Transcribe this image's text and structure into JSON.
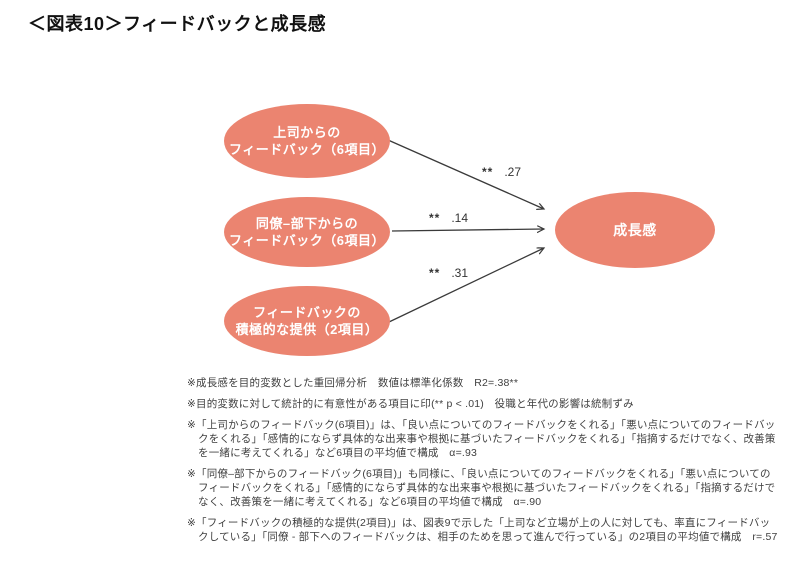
{
  "title": "＜図表10＞フィードバックと成長感",
  "colors": {
    "node_fill": "#eb8470",
    "node_text": "#ffffff",
    "arrow": "#3a3a3a",
    "title_text": "#111111",
    "note_text": "#404040"
  },
  "diagram": {
    "predictors": [
      {
        "line1": "上司からの",
        "line2": "フィードバック（6項目）"
      },
      {
        "line1": "同僚–部下からの",
        "line2": "フィードバック（6項目）"
      },
      {
        "line1": "フィードバックの",
        "line2": "積極的な提供（2項目）"
      }
    ],
    "outcome": {
      "label": "成長感"
    },
    "paths": [
      {
        "sig": "**",
        "value": ".27"
      },
      {
        "sig": "**",
        "value": ".14"
      },
      {
        "sig": "**",
        "value": ".31"
      }
    ]
  },
  "notes": [
    "※成長感を目的変数とした重回帰分析　数値は標準化係数　R2=.38**",
    "※目的変数に対して統計的に有意性がある項目に印(** p < .01)　役職と年代の影響は統制ずみ",
    "※「上司からのフィードバック(6項目)」は、「良い点についてのフィードバックをくれる」「悪い点についてのフィードバックをくれる」「感情的にならず具体的な出来事や根拠に基づいたフィードバックをくれる」「指摘するだけでなく、改善策を一緒に考えてくれる」など6項目の平均値で構成　α=.93",
    "※「同僚–部下からのフィードバック(6項目)」も同様に、「良い点についてのフィードバックをくれる」「悪い点についてのフィードバックをくれる」「感情的にならず具体的な出来事や根拠に基づいたフィードバックをくれる」「指摘するだけでなく、改善策を一緒に考えてくれる」など6項目の平均値で構成　α=.90",
    "※「フィードバックの積極的な提供(2項目)」は、図表9で示した「上司など立場が上の人に対しても、率直にフィードバックしている」「同僚 - 部下へのフィードバックは、相手のためを思って進んで行っている」の2項目の平均値で構成　r=.57"
  ]
}
